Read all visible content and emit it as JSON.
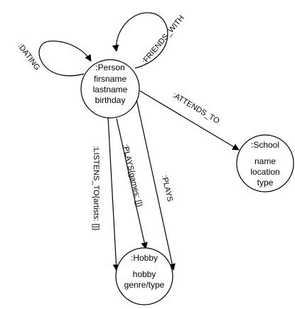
{
  "colors": {
    "stroke": "#000000",
    "background": "#ffffff"
  },
  "nodes": {
    "person": {
      "label": ":Person",
      "properties": [
        "firsname",
        "lastname",
        "birthday"
      ]
    },
    "school": {
      "label": ":School",
      "properties": [
        "name",
        "location",
        "type"
      ]
    },
    "hobby": {
      "label": ":Hobby",
      "properties": [
        "hobby",
        "genre/type"
      ]
    }
  },
  "edges": {
    "dating": ":DATING",
    "friends_with": ":FRIENDS_WITH",
    "attends_to": ":ATTENDS_TO",
    "listens_to": ":LISTENS_TO{artists: []}",
    "plays_games": ":PLAYS{games: []}",
    "plays": ":PLAYS"
  }
}
